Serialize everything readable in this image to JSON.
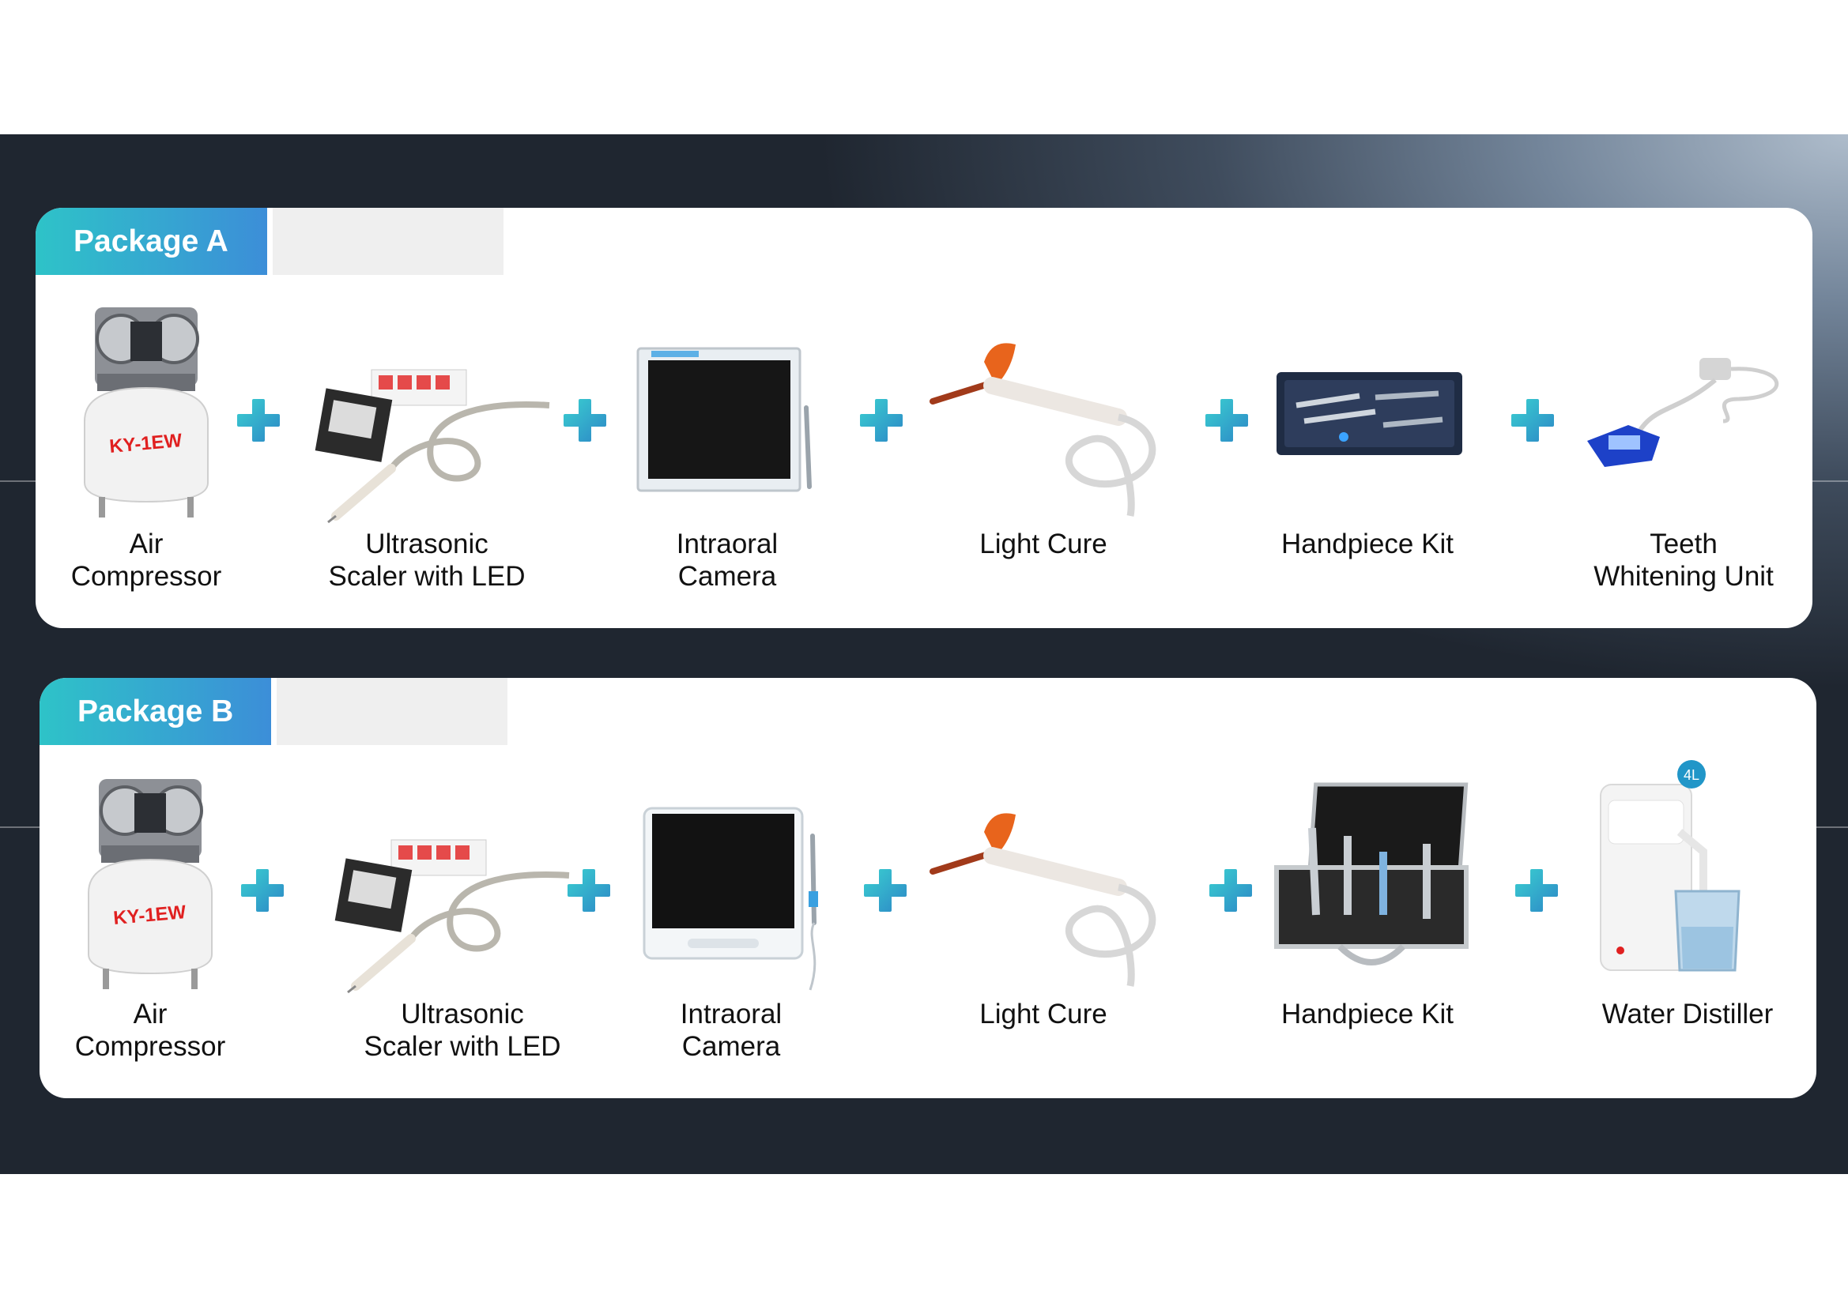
{
  "packages": [
    {
      "name": "Package A",
      "items": [
        {
          "line1": "Air",
          "line2": "Compressor",
          "icon": "air-compressor-icon",
          "badge": "KY-1EW"
        },
        {
          "line1": "Ultrasonic",
          "line2": "Scaler with LED",
          "icon": "ultrasonic-scaler-icon"
        },
        {
          "line1": "Intraoral",
          "line2": "Camera",
          "icon": "intraoral-camera-icon"
        },
        {
          "line1": "Light Cure",
          "line2": "",
          "icon": "light-cure-icon"
        },
        {
          "line1": "Handpiece Kit",
          "line2": "",
          "icon": "handpiece-kit-icon"
        },
        {
          "line1": "Teeth",
          "line2": "Whitening Unit",
          "icon": "teeth-whitening-icon"
        }
      ]
    },
    {
      "name": "Package B",
      "items": [
        {
          "line1": "Air",
          "line2": "Compressor",
          "icon": "air-compressor-icon",
          "badge": "KY-1EW"
        },
        {
          "line1": "Ultrasonic",
          "line2": "Scaler with LED",
          "icon": "ultrasonic-scaler-icon"
        },
        {
          "line1": "Intraoral",
          "line2": "Camera",
          "icon": "intraoral-camera-icon"
        },
        {
          "line1": "Light Cure",
          "line2": "",
          "icon": "light-cure-icon"
        },
        {
          "line1": "Handpiece Kit",
          "line2": "",
          "icon": "handpiece-kit-icon"
        },
        {
          "line1": "Water Distiller",
          "line2": "",
          "icon": "water-distiller-icon",
          "badge": "4L"
        }
      ]
    }
  ],
  "colors": {
    "accent_start": "#2ec3c8",
    "accent_end": "#3c8ed8",
    "plus": "#38b6d0",
    "badge_red": "#e02020"
  }
}
